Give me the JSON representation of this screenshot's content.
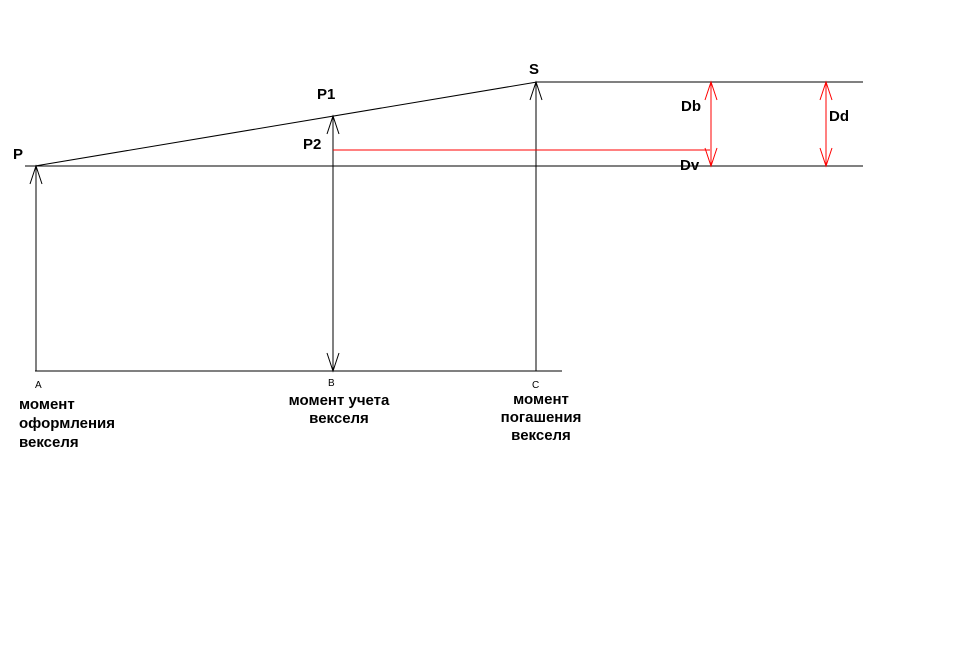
{
  "points": {
    "p": "P",
    "p1": "P1",
    "p2": "P2",
    "s": "S"
  },
  "distances": {
    "db": "Db",
    "dd": "Dd",
    "dv": "Dv"
  },
  "axis_points": {
    "a": "A",
    "b": "B",
    "c": "C"
  },
  "moments": {
    "issue": "момент\nоформления\nвекселя",
    "discount": "момент учета\nвекселя",
    "redemption": "момент\nпогашения\nвекселя"
  },
  "colors": {
    "line": "#000000",
    "accent": "#ff0000"
  }
}
